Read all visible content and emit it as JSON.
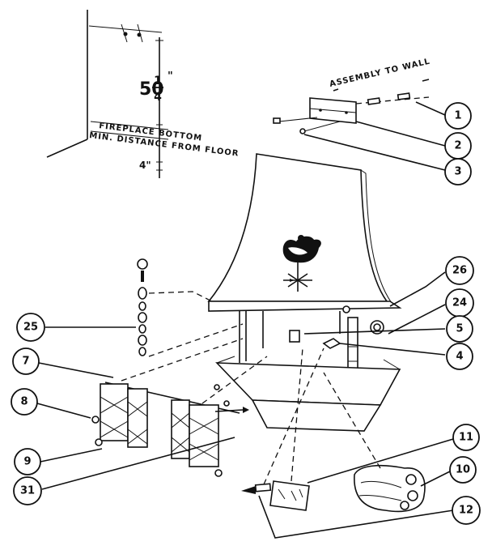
{
  "dimensions": {
    "height_whole": "50",
    "height_num": "1",
    "height_den": "4",
    "height_unit": "\"",
    "floor": "4\""
  },
  "notes": {
    "line1": "FIREPLACE BOTTOM",
    "line2": "MIN. DISTANCE FROM FLOOR",
    "assembly": "ASSEMBLY TO WALL"
  },
  "callouts": [
    "1",
    "2",
    "3",
    "26",
    "24",
    "5",
    "4",
    "25",
    "7",
    "8",
    "9",
    "31",
    "11",
    "10",
    "12"
  ]
}
